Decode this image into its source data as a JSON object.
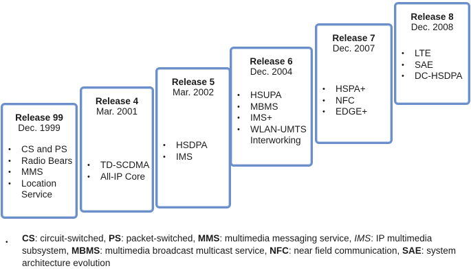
{
  "releases": [
    {
      "title": "Release 99",
      "date": "Dec. 1999",
      "features": [
        {
          "line1": "CS and PS"
        },
        {
          "line1": "Radio Bears"
        },
        {
          "line1": "MMS"
        },
        {
          "line1": "Location",
          "line2": "Service"
        }
      ]
    },
    {
      "title": "Release 4",
      "date": "Mar. 2001",
      "features": [
        {
          "line1": "TD-SCDMA"
        },
        {
          "line1": "All-IP Core"
        }
      ]
    },
    {
      "title": "Release 5",
      "date": "Mar. 2002",
      "features": [
        {
          "line1": "HSDPA"
        },
        {
          "line1": "IMS"
        }
      ]
    },
    {
      "title": "Release 6",
      "date": "Dec. 2004",
      "features": [
        {
          "line1": "HSUPA"
        },
        {
          "line1": "MBMS"
        },
        {
          "line1": "IMS+"
        },
        {
          "line1": "WLAN-UMTS",
          "line2": "Interworking"
        }
      ]
    },
    {
      "title": "Release 7",
      "date": "Dec. 2007",
      "features": [
        {
          "line1": "HSPA+"
        },
        {
          "line1": "NFC"
        },
        {
          "line1": "EDGE+"
        }
      ]
    },
    {
      "title": "Release 8",
      "date": "Dec. 2008",
      "features": [
        {
          "line1": "LTE"
        },
        {
          "line1": "SAE"
        },
        {
          "line1": "DC-HSDPA"
        }
      ]
    }
  ],
  "bullet_char": "•",
  "legend": {
    "cs_abbr": "CS",
    "cs_def": ": circuit-switched, ",
    "ps_abbr": "PS",
    "ps_def": ": packet-switched, ",
    "mms_abbr": "MMS",
    "mms_def": ": multimedia messaging service, ",
    "ims_abbr": "IMS",
    "ims_def": ": IP multimedia subsystem, ",
    "mbms_abbr": "MBMS",
    "mbms_def": ": multimedia broadcast multicast service, ",
    "nfc_abbr": "NFC",
    "nfc_def": ": near field communication, ",
    "sae_abbr": "SAE",
    "sae_def": ": system architecture evolution"
  },
  "colors": {
    "box_border": "#6b8fc9",
    "text": "#1a1a1a",
    "background": "#ffffff"
  }
}
